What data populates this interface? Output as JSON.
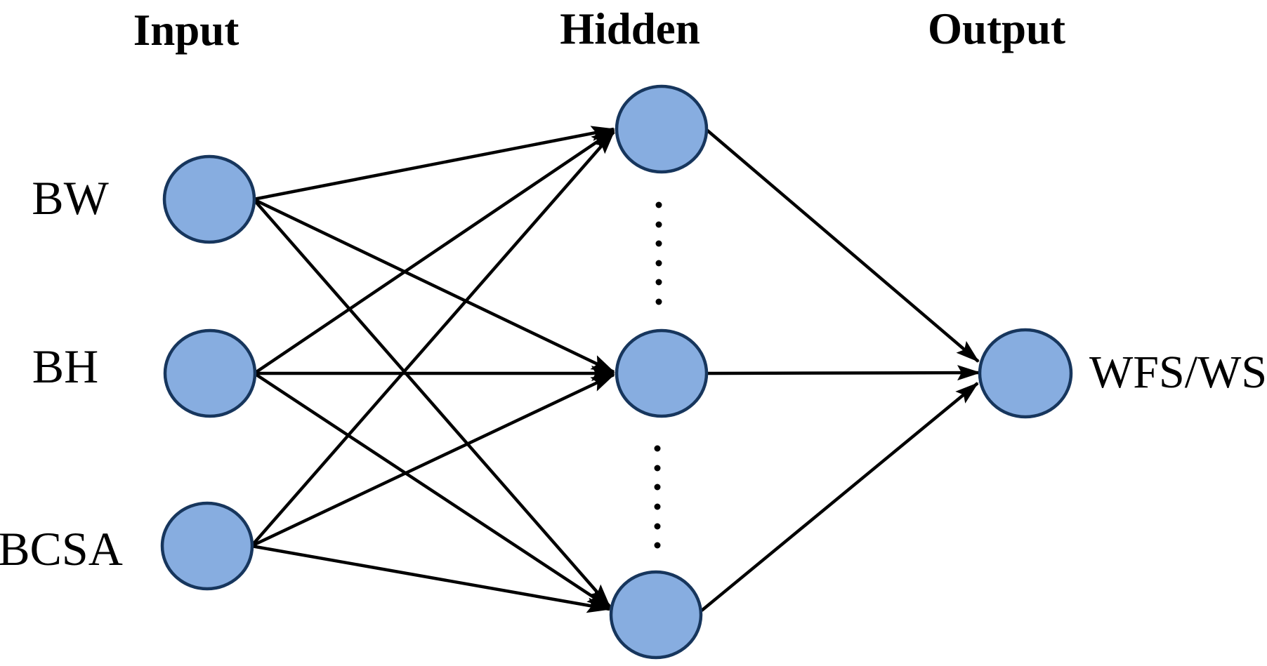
{
  "figure": {
    "type": "neural-network-diagram",
    "background_color": "#FFFFFF",
    "headers": {
      "input": "Input",
      "hidden": "Hidden",
      "output": "Output"
    },
    "input_layer": {
      "nodes": [
        {
          "label": "BW"
        },
        {
          "label": "BH"
        },
        {
          "label": "BCSA"
        }
      ]
    },
    "hidden_layer": {
      "visible_nodes": 3,
      "ellipsis_gaps": 2,
      "dots_per_gap": 6
    },
    "output_layer": {
      "nodes": [
        {
          "label": "WFS/WS"
        }
      ]
    },
    "connections": {
      "input_to_hidden_arrows": 9,
      "hidden_to_output_arrows": 3,
      "style": "fully-connected, black arrows"
    },
    "colors": {
      "node_fill": "#87ADE0",
      "node_stroke": "#17365D",
      "edge_stroke": "#000000",
      "text": "#000000"
    }
  }
}
